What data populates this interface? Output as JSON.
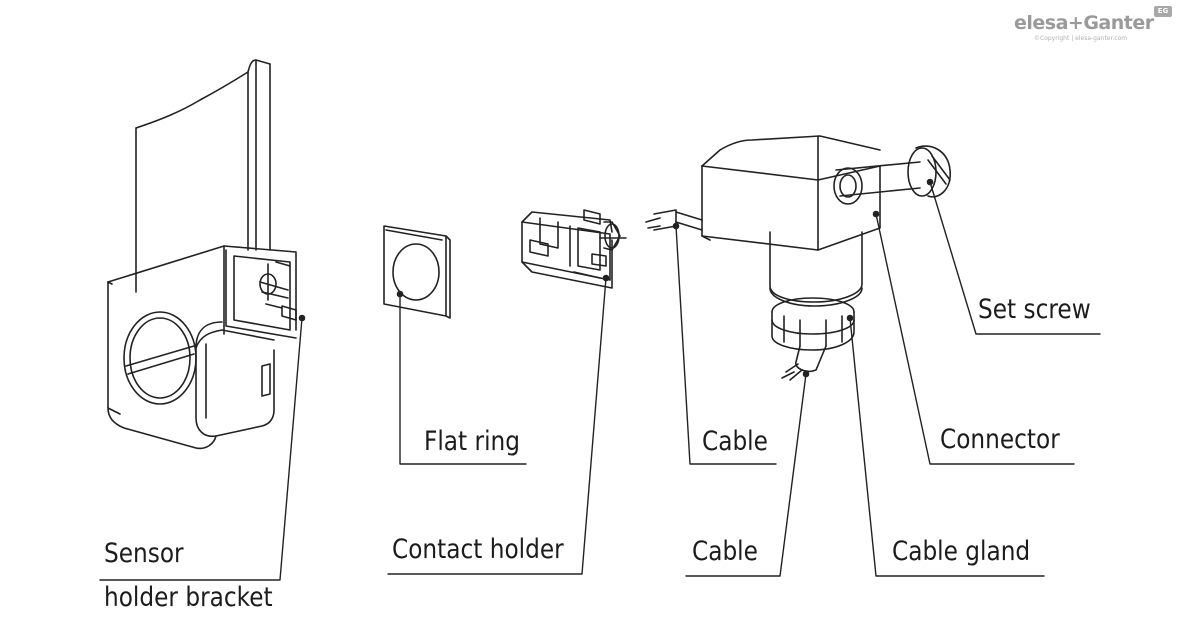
{
  "brand": {
    "name": "elesa+Ganter",
    "tagline": "©Copyright | elesa-ganter.com",
    "badge": "EG"
  },
  "labels": {
    "sensor_holder_line1": "Sensor",
    "sensor_holder_line2": "holder bracket",
    "flat_ring": "Flat ring",
    "contact_holder": "Contact holder",
    "cable_upper": "Cable",
    "cable_lower": "Cable",
    "connector": "Connector",
    "set_screw": "Set screw",
    "cable_gland": "Cable gland"
  }
}
